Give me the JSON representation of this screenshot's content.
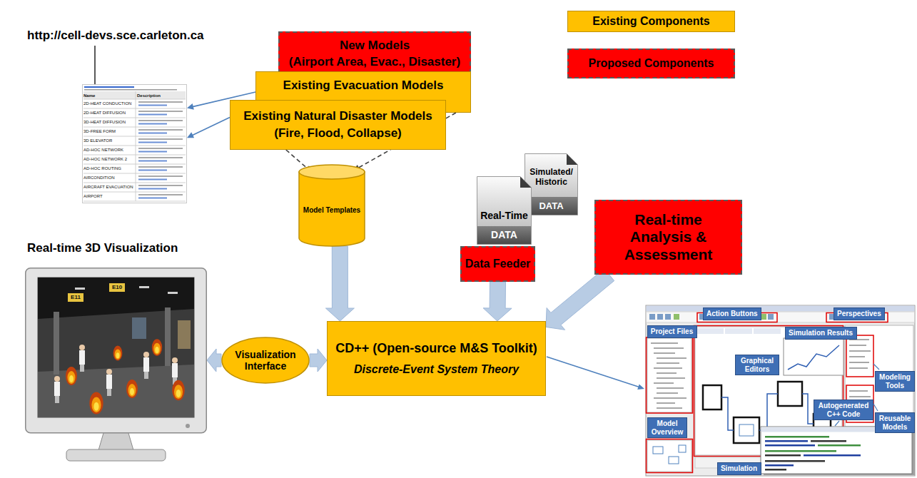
{
  "diagram": {
    "nodes": [
      {
        "text": [
          "http://cell-devs.sce.carleton.ca"
        ]
      },
      {
        "text": [
          "New Models",
          "(Airport Area, Evac., Disaster)"
        ]
      },
      {
        "text": [
          "Existing Evacuation Models"
        ]
      },
      {
        "text": [
          "Existing Natural Disaster Models",
          "(Fire, Flood, Collapse)"
        ]
      },
      {
        "text": [
          "Simulated/ Historic",
          "DATA"
        ]
      },
      {
        "text": [
          "Real-Time",
          "DATA"
        ]
      },
      {
        "text": [
          "Model Templates"
        ]
      },
      {
        "text": [
          "Data Feeder"
        ]
      },
      {
        "text": [
          "Real-time Analysis & Assessment"
        ]
      },
      {
        "text": [
          "Real-time 3D Visualization"
        ]
      },
      {
        "text": [
          "Visualization Interface"
        ]
      },
      {
        "text": [
          "CD++ (Open-source M&S Toolkit)",
          "Discrete-Event System Theory"
        ]
      },
      {
        "text": [
          "Action Buttons"
        ]
      },
      {
        "text": [
          "Perspectives"
        ]
      },
      {
        "text": [
          "Project Files"
        ]
      },
      {
        "text": [
          "Simulation Results"
        ]
      },
      {
        "text": [
          "Graphical Editors"
        ]
      },
      {
        "text": [
          "Modeling Tools"
        ]
      },
      {
        "text": [
          "Reusable Models"
        ]
      },
      {
        "text": [
          "Autogenerated C++ Code"
        ]
      },
      {
        "text": [
          "Model Overview"
        ]
      },
      {
        "text": [
          "Simulation"
        ]
      }
    ],
    "edges": [
      {
        "from": 2,
        "to": 0,
        "arrow": "to"
      },
      {
        "from": 3,
        "to": 0,
        "arrow": "to"
      },
      {
        "from": 2,
        "to": 6,
        "arrow": "to"
      },
      {
        "from": 3,
        "to": 6,
        "arrow": "to"
      },
      {
        "from": 6,
        "to": 11,
        "arrow": "to"
      },
      {
        "from": 7,
        "to": 11,
        "arrow": "to"
      },
      {
        "from": 8,
        "to": 11,
        "arrow": "to"
      },
      {
        "from": 10,
        "to": 9,
        "arrow": "to"
      },
      {
        "from": 10,
        "to": 11,
        "arrow": "to"
      }
    ],
    "labels": [
      "Name",
      "Description",
      "2D-HEAT CONDUCTION",
      "2D-HEAT DIFFUSION",
      "3D-HEAT DIFFUSION",
      "3D-FREE FORM",
      "3D ELEVATOR",
      "AD-HOC NETWORK",
      "AD-HOC NETWORK 2",
      "AD-HOC ROUTING",
      "AIRCONDITION",
      "AIRCRAFT EVACUATION",
      "AIRPORT",
      "E10",
      "E11"
    ],
    "legend": [
      {
        "text": "Existing Components",
        "color": "#FFC000"
      },
      {
        "text": "Proposed Components",
        "color": "#FF0000"
      }
    ]
  }
}
